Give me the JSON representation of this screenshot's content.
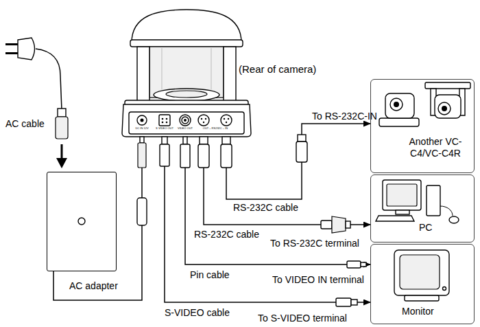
{
  "diagram": {
    "nodes": [
      {
        "text": [
          "(Rear of camera)"
        ]
      },
      {
        "text": [
          "Another VC-C4/VC-C4R"
        ]
      },
      {
        "text": [
          "PC"
        ]
      },
      {
        "text": [
          "Monitor"
        ]
      },
      {
        "text": [
          "AC adapter"
        ]
      }
    ],
    "edges": [
      {
        "from": 0,
        "to": 1,
        "arrow": "to",
        "label": "RS-232C cable"
      },
      {
        "from": 0,
        "to": 2,
        "arrow": "to",
        "label": "RS-232C cable"
      },
      {
        "from": 0,
        "to": 3,
        "arrow": "to",
        "label": "Pin cable"
      },
      {
        "from": 0,
        "to": 3,
        "arrow": "to",
        "label": "S-VIDEO cable"
      },
      {
        "from": 4,
        "to": 0,
        "arrow": "none"
      }
    ],
    "labels": [
      "To RS-232C-IN",
      "To RS-232C terminal",
      "To VIDEO IN terminal",
      "To S-VIDEO terminal",
      "AC cable",
      "DC IN 12V",
      "S VIDEO OUT",
      "VIDEO OUT",
      "OUT – RS232C – IN"
    ]
  }
}
